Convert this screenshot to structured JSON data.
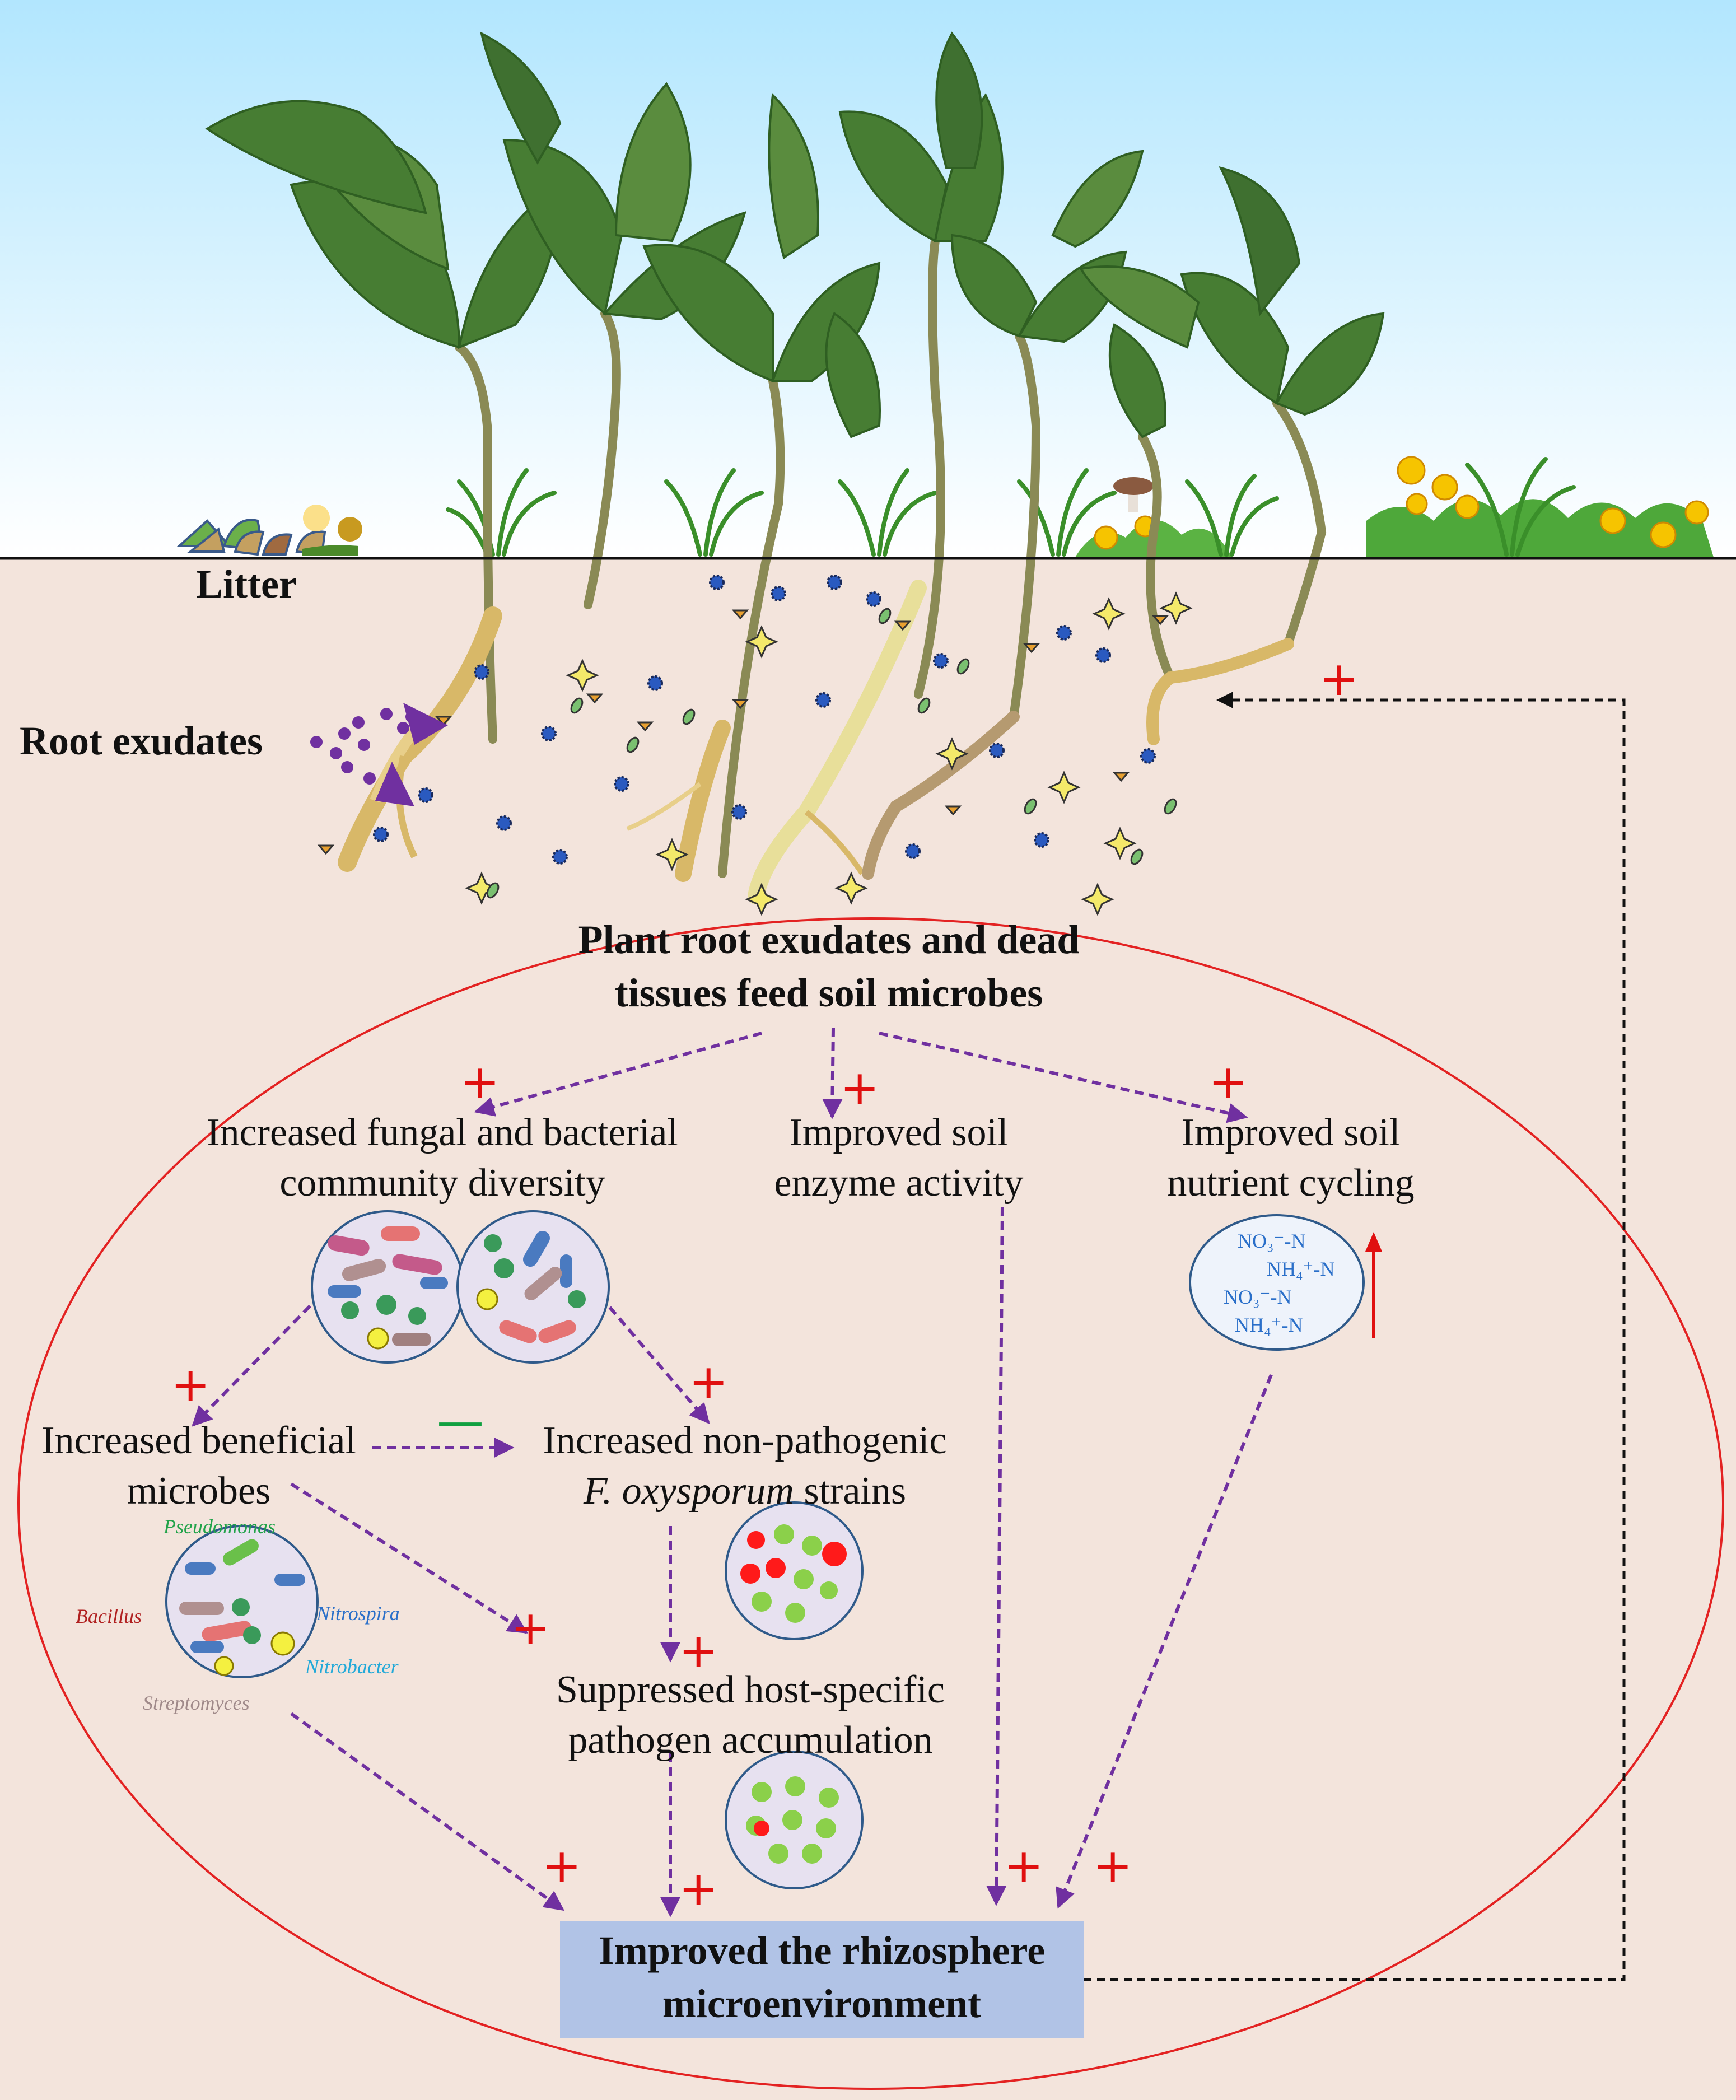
{
  "labels": {
    "litter": "Litter",
    "root_exudates": "Root exudates",
    "main_title_line1": "Plant root exudates and dead",
    "main_title_line2": "tissues feed soil microbes",
    "diversity_line1": "Increased fungal and bacterial",
    "diversity_line2": "community diversity",
    "enzyme_line1": "Improved soil",
    "enzyme_line2": "enzyme activity",
    "nutrient_line1": "Improved soil",
    "nutrient_line2": "nutrient cycling",
    "beneficial_line1": "Increased beneficial",
    "beneficial_line2": "microbes",
    "nonpath_line1": "Increased non-pathogenic",
    "nonpath_line2_italic": "F. oxysporum",
    "nonpath_line2_rest": " strains",
    "suppressed_line1": "Suppressed host-specific",
    "suppressed_line2": "pathogen accumulation",
    "final_line1": "Improved the rhizosphere",
    "final_line2": "microenvironment"
  },
  "species": {
    "pseudomonas": "Pseudomonas",
    "bacillus": "Bacillus",
    "nitrospira": "Nitrospira",
    "nitrobacter": "Nitrobacter",
    "streptomyces": "Streptomyces"
  },
  "nutrients": [
    "NO₃⁻-N",
    "NH₄⁺-N",
    "NO₃⁻-N",
    "NH₄⁺-N"
  ],
  "signs": {
    "plus": "+",
    "minus": "—"
  },
  "colors": {
    "sky_top": "#b6e8ff",
    "soil": "#f3e4dc",
    "ellipse": "#e32222",
    "arrow": "#7030a0",
    "plus": "#e01010",
    "minus": "#10a040",
    "final_box": "#b1c3e6",
    "nutrient_text": "#2a6fc9"
  }
}
